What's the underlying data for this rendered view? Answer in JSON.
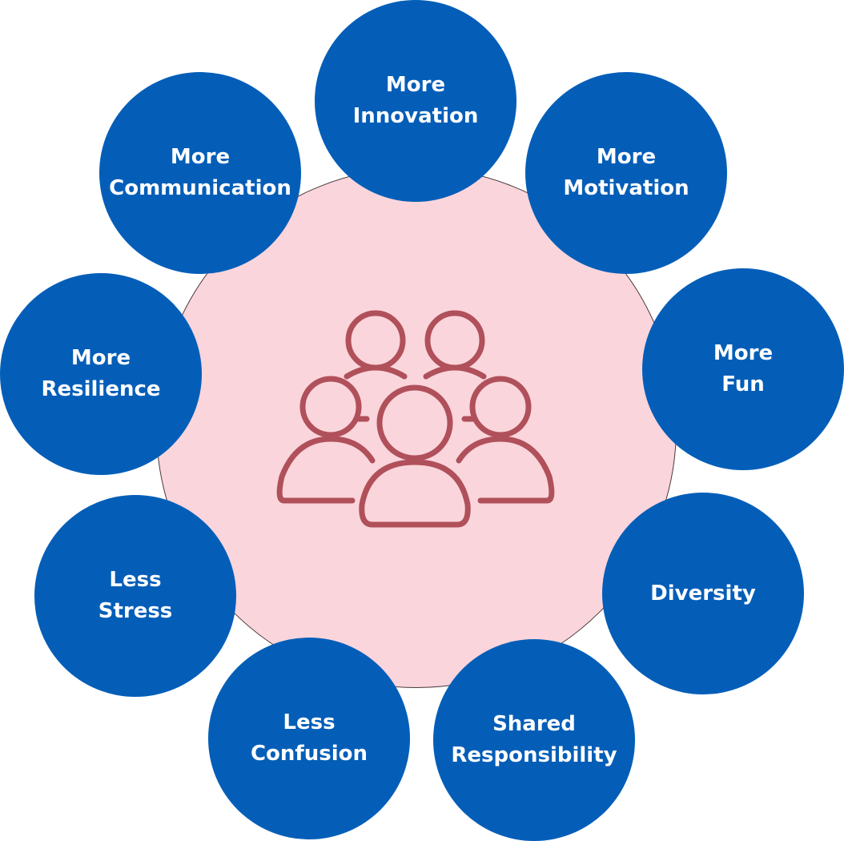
{
  "colors": {
    "bubble_fill": "#045eb8",
    "bubble_text": "#ffffff",
    "center_fill": "#fad5dc",
    "center_border": "#4a3a3d",
    "icon_stroke": "#b0505a"
  },
  "center": {
    "icon": "team-people-icon"
  },
  "bubbles": [
    {
      "lines": [
        "More",
        "Innovation"
      ]
    },
    {
      "lines": [
        "More",
        "Motivation"
      ]
    },
    {
      "lines": [
        "More",
        "Fun"
      ]
    },
    {
      "lines": [
        "Diversity"
      ]
    },
    {
      "lines": [
        "Shared",
        "Responsibility"
      ]
    },
    {
      "lines": [
        "Less",
        "Confusion"
      ]
    },
    {
      "lines": [
        "Less",
        "Stress"
      ]
    },
    {
      "lines": [
        "More",
        "Resilience"
      ]
    },
    {
      "lines": [
        "More",
        "Communication"
      ]
    }
  ]
}
